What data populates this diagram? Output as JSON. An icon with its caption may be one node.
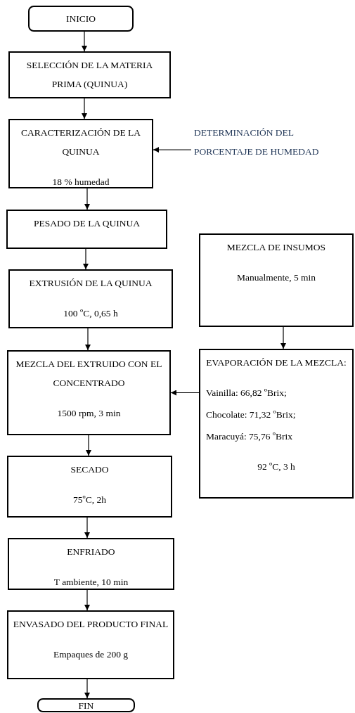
{
  "diagram": {
    "nodes": [
      {
        "text": [
          "INICIO"
        ]
      },
      {
        "text": [
          "SELECCIÓN DE LA MATERIA PRIMA (QUINUA)"
        ]
      },
      {
        "text": [
          "CARACTERIZACIÓN DE LA QUINUA",
          "18 % humedad"
        ]
      },
      {
        "text": [
          "DETERMINACIÓN DEL PORCENTAJE DE HUMEDAD"
        ]
      },
      {
        "text": [
          "PESADO DE LA QUINUA"
        ]
      },
      {
        "text": [
          "EXTRUSIÓN DE LA QUINUA",
          "100 ºC, 0,65 h"
        ]
      },
      {
        "text": [
          "MEZCLA DE INSUMOS",
          "Manualmente, 5 min"
        ]
      },
      {
        "text": [
          "MEZCLA DEL EXTRUIDO CON EL CONCENTRADO",
          "1500 rpm, 3 min"
        ]
      },
      {
        "text": [
          "EVAPORACIÓN DE LA MEZCLA:",
          "Vainilla: 66,82 ºBrix;",
          "Chocolate: 71,32 ºBrix;",
          "Maracuyá: 75,76 ºBrix",
          "92 ºC, 3 h"
        ]
      },
      {
        "text": [
          "SECADO",
          "75ºC, 2h"
        ]
      },
      {
        "text": [
          "ENFRIADO",
          "T ambiente, 10 min"
        ]
      },
      {
        "text": [
          "ENVASADO DEL PRODUCTO FINAL",
          "Empaques de 200 g"
        ]
      },
      {
        "text": [
          "FIN"
        ]
      }
    ],
    "edges": [
      {
        "from": 0,
        "to": 1,
        "arrow": "to"
      },
      {
        "from": 1,
        "to": 2,
        "arrow": "to"
      },
      {
        "from": 3,
        "to": 2,
        "arrow": "to"
      },
      {
        "from": 2,
        "to": 4,
        "arrow": "to"
      },
      {
        "from": 4,
        "to": 5,
        "arrow": "to"
      },
      {
        "from": 5,
        "to": 7,
        "arrow": "to"
      },
      {
        "from": 6,
        "to": 8,
        "arrow": "to"
      },
      {
        "from": 8,
        "to": 7,
        "arrow": "to"
      },
      {
        "from": 7,
        "to": 9,
        "arrow": "to"
      },
      {
        "from": 9,
        "to": 10,
        "arrow": "to"
      },
      {
        "from": 10,
        "to": 11,
        "arrow": "to"
      },
      {
        "from": 11,
        "to": 12,
        "arrow": "to"
      }
    ]
  }
}
